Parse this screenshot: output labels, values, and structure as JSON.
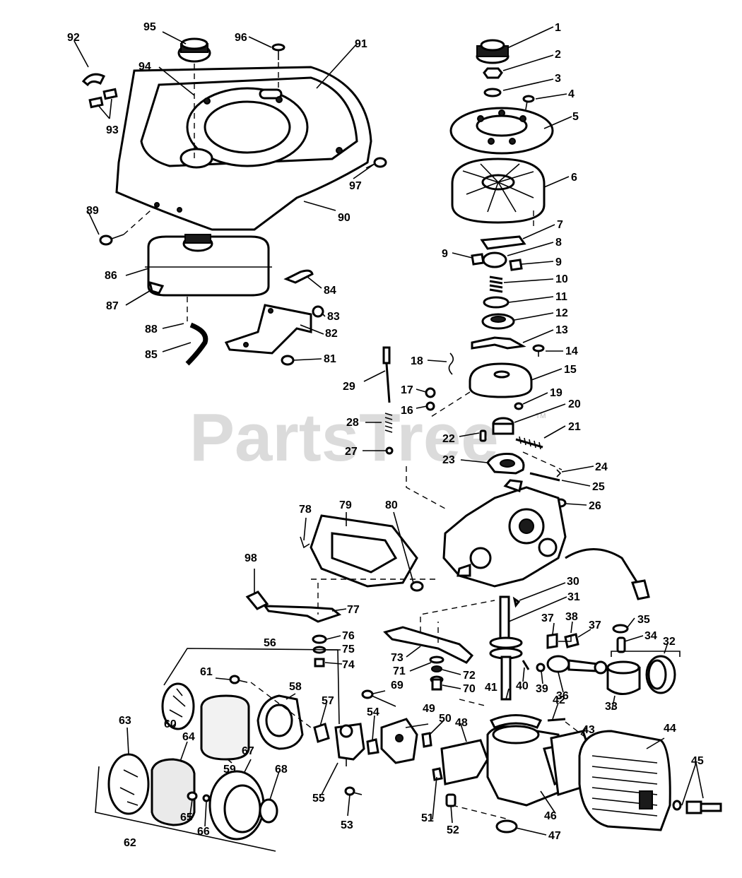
{
  "watermark": {
    "text": "PartsTree",
    "trademark": "TM"
  },
  "labels": {
    "p1": "1",
    "p2": "2",
    "p3": "3",
    "p4": "4",
    "p5": "5",
    "p6": "6",
    "p7": "7",
    "p8": "8",
    "p9a": "9",
    "p9b": "9",
    "p10": "10",
    "p11": "11",
    "p12": "12",
    "p13": "13",
    "p14": "14",
    "p15": "15",
    "p16": "16",
    "p17": "17",
    "p18": "18",
    "p19": "19",
    "p20": "20",
    "p21": "21",
    "p22": "22",
    "p23": "23",
    "p24": "24",
    "p25": "25",
    "p26": "26",
    "p27": "27",
    "p28": "28",
    "p29": "29",
    "p30": "30",
    "p31": "31",
    "p32": "32",
    "p33": "33",
    "p34": "34",
    "p35": "35",
    "p36": "36",
    "p37": "37",
    "p38": "38",
    "p39": "39",
    "p40": "40",
    "p41": "41",
    "p42": "42",
    "p43": "43",
    "p44": "44",
    "p45": "45",
    "p46": "46",
    "p47": "47",
    "p48": "48",
    "p49": "49",
    "p50": "50",
    "p51": "51",
    "p52": "52",
    "p53": "53",
    "p54": "54",
    "p55": "55",
    "p56": "56",
    "p57": "57",
    "p58": "58",
    "p59": "59",
    "p60": "60",
    "p61": "61",
    "p62": "62",
    "p63": "63",
    "p64": "64",
    "p65": "65",
    "p66": "66",
    "p67": "67",
    "p68": "68",
    "p69": "69",
    "p70": "70",
    "p71": "71",
    "p72": "72",
    "p73": "73",
    "p74": "74",
    "p75": "75",
    "p76": "76",
    "p77": "77",
    "p78": "78",
    "p79": "79",
    "p80": "80",
    "p81": "81",
    "p82": "82",
    "p83": "83",
    "p84": "84",
    "p85": "85",
    "p86": "86",
    "p87": "87",
    "p88": "88",
    "p89": "89",
    "p90": "90",
    "p91": "91",
    "p92": "92",
    "p93": "93",
    "p94": "94",
    "p95": "95",
    "p96": "96",
    "p97": "97",
    "p98": "98"
  },
  "colors": {
    "ink": "#000000",
    "paper": "#ffffff",
    "watermark": "#cfcfcf"
  }
}
